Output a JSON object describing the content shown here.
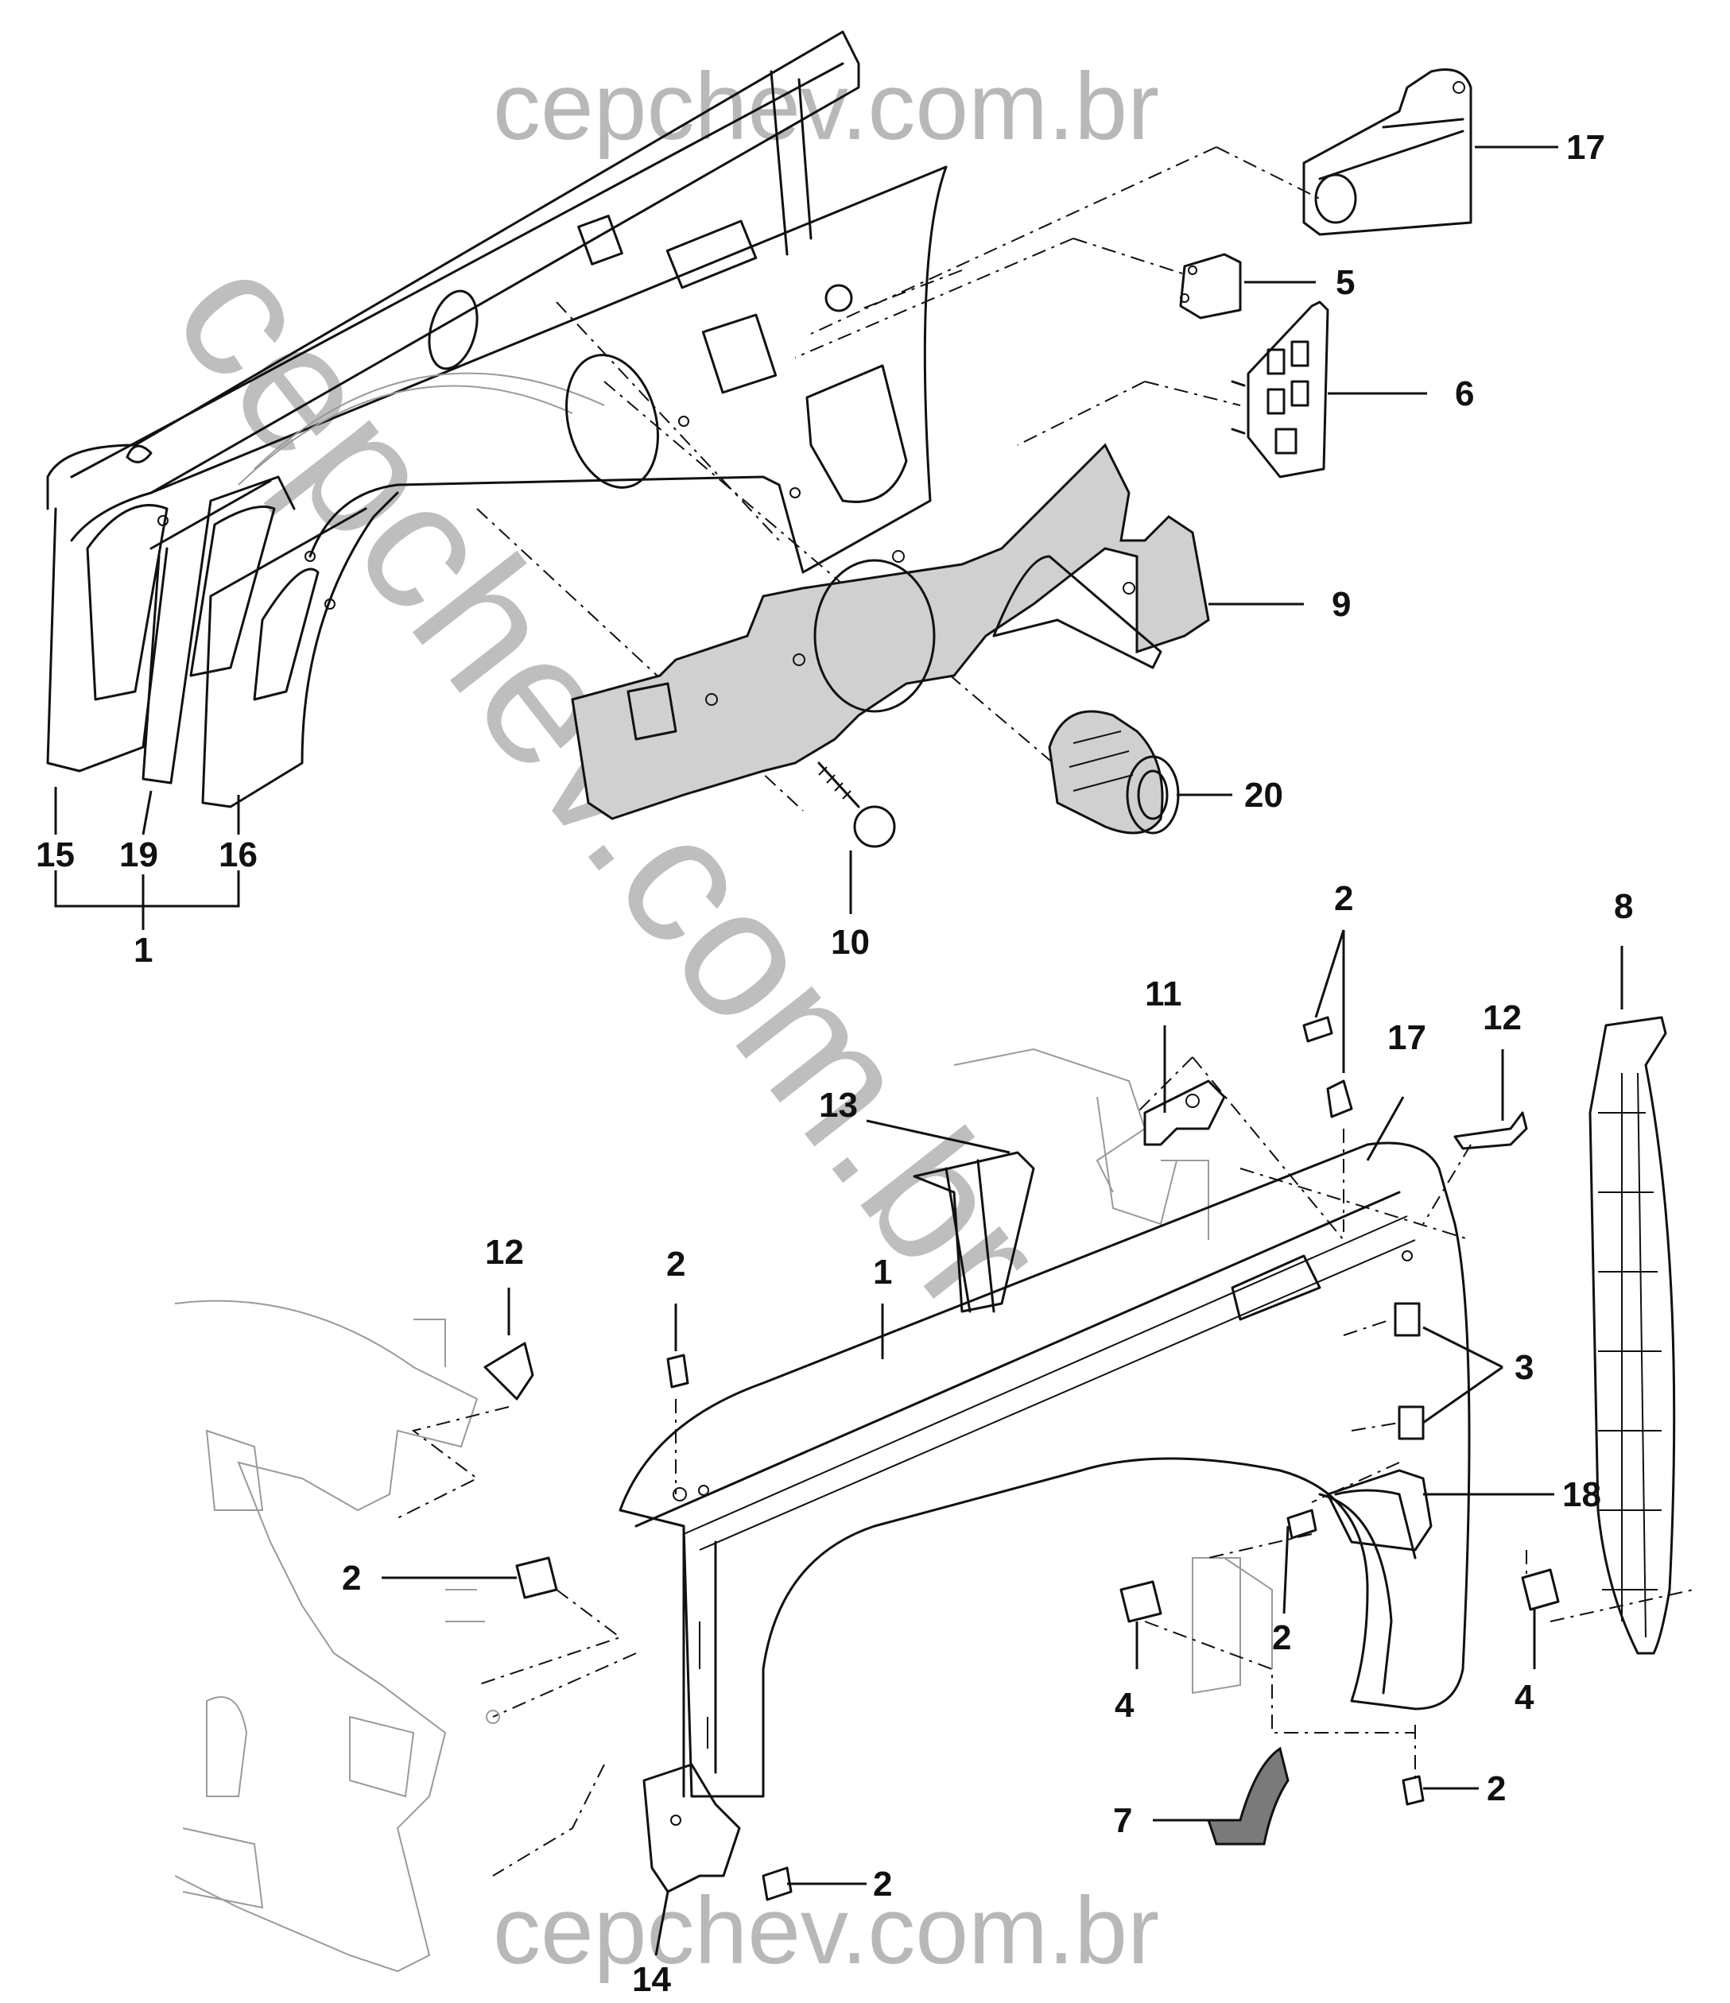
{
  "watermarks": {
    "top": "cepchev.com.br",
    "bottom": "cepchev.com.br",
    "diagonal": "cepchev.com.br"
  },
  "callouts": {
    "c17_top": "17",
    "c5": "5",
    "c6": "6",
    "c9": "9",
    "c20": "20",
    "c10": "10",
    "c15": "15",
    "c19": "19",
    "c16": "16",
    "c1_group": "1",
    "c8": "8",
    "c2_upper": "2",
    "c11": "11",
    "c17_lower": "17",
    "c12_right": "12",
    "c13": "13",
    "c1_fender": "1",
    "c12_left": "12",
    "c2_left_top": "2",
    "c3": "3",
    "c18": "18",
    "c2_mid": "2",
    "c2_left": "2",
    "c4_left": "4",
    "c4_right": "4",
    "c7": "7",
    "c2_bottom_right": "2",
    "c2_bottom": "2",
    "c14": "14"
  }
}
